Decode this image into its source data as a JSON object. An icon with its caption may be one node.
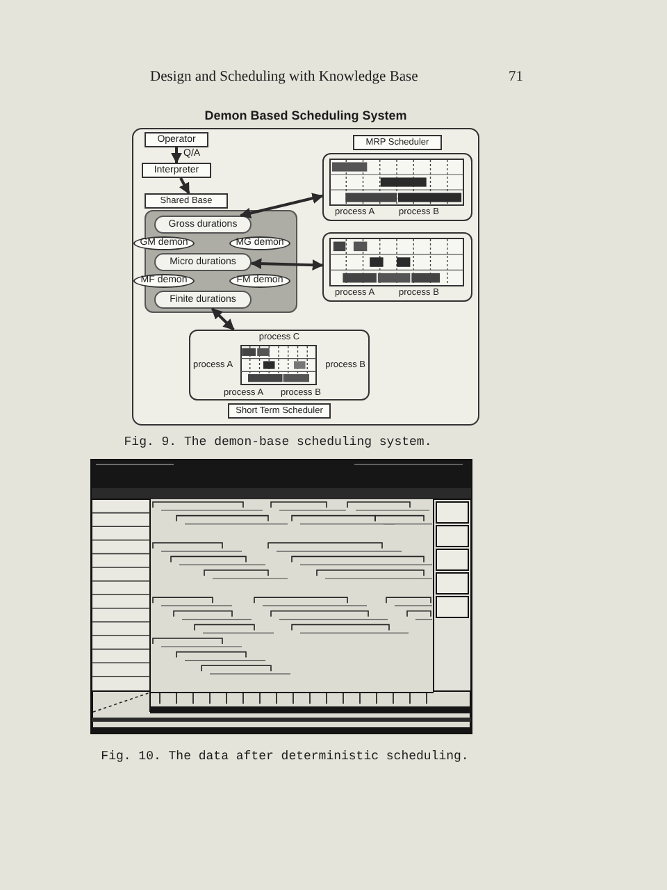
{
  "diagram": {
    "title": "Design and Scheduling with Knowledge Base",
    "nodes": [
      {
        "text": [
          "Demon Based Scheduling System"
        ]
      },
      {
        "text": [
          "Operator"
        ],
        "in": 0
      },
      {
        "text": [
          "Interpreter"
        ],
        "in": 0
      },
      {
        "text": [
          "Shared Base"
        ],
        "in": 0
      },
      {
        "text": [
          "Gross durations"
        ],
        "in": 3
      },
      {
        "text": [
          "GM demon"
        ],
        "in": 0
      },
      {
        "text": [
          "MG demon"
        ],
        "in": 3
      },
      {
        "text": [
          "Micro durations"
        ],
        "in": 3
      },
      {
        "text": [
          "MF demon"
        ],
        "in": 0
      },
      {
        "text": [
          "FM demon"
        ],
        "in": 3
      },
      {
        "text": [
          "Finite durations"
        ],
        "in": 3
      },
      {
        "text": [
          "MRP Scheduler",
          "process A",
          "process B"
        ],
        "in": 0
      },
      {
        "text": [
          "process A",
          "process B"
        ],
        "in": 0
      },
      {
        "text": [
          "process C",
          "process A",
          "process B",
          "process A",
          "process B",
          "Short Term Scheduler"
        ],
        "in": 0
      }
    ],
    "edges": [
      {
        "from": 1,
        "to": 2,
        "arrow": "to",
        "label": "Q/A"
      },
      {
        "from": 2,
        "to": 3,
        "arrow": "to"
      },
      {
        "from": 4,
        "to": 11,
        "arrow": "both"
      },
      {
        "from": 7,
        "to": 12,
        "arrow": "both"
      },
      {
        "from": 10,
        "to": 13,
        "arrow": "both"
      }
    ],
    "labels": [
      "71",
      "Fig. 9. The demon-base scheduling system.",
      "Fig. 10. The data after deterministic scheduling."
    ]
  }
}
